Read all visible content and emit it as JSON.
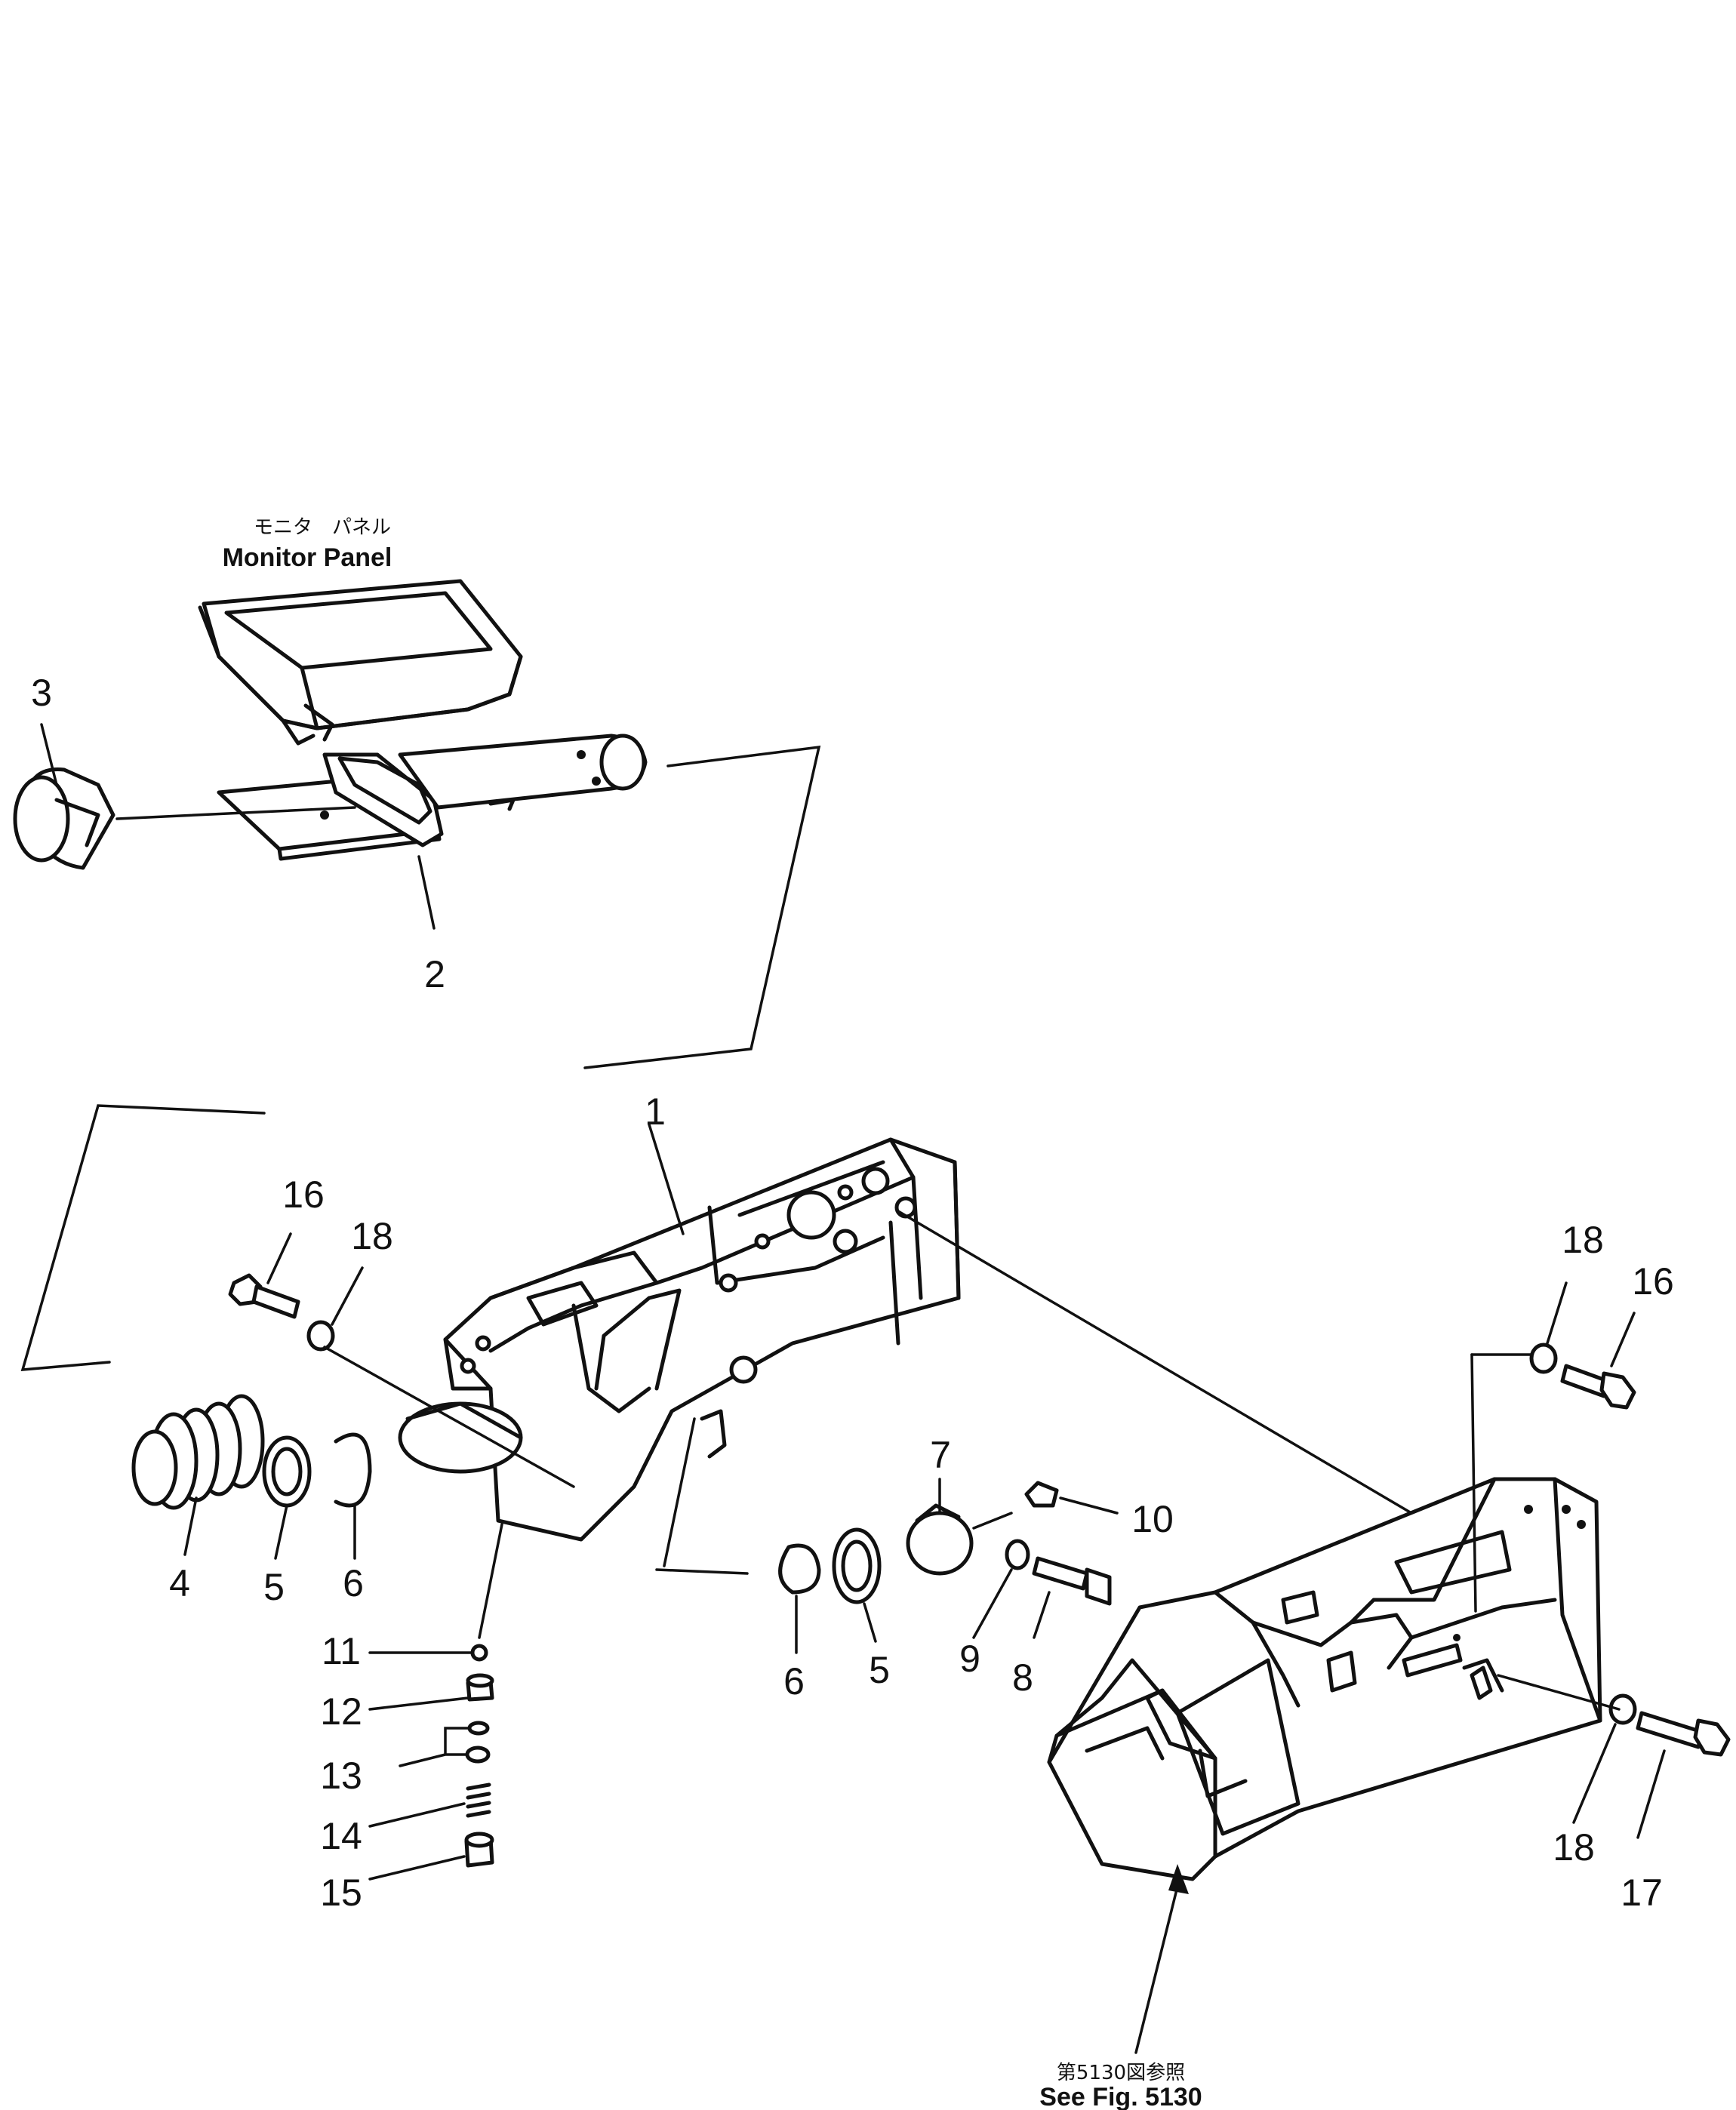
{
  "monitor_panel": {
    "label_jp": "モニタ　パネル",
    "label_en": "Monitor Panel"
  },
  "see_figure": {
    "label_jp": "第5130図参照",
    "label_en": "See Fig. 5130"
  },
  "callouts": [
    {
      "id": "c1a",
      "text": "1"
    },
    {
      "id": "c2a",
      "text": "2"
    },
    {
      "id": "c3a",
      "text": "3"
    },
    {
      "id": "c4a",
      "text": "4"
    },
    {
      "id": "c5a",
      "text": "5"
    },
    {
      "id": "c6a",
      "text": "6"
    },
    {
      "id": "c6b",
      "text": "6"
    },
    {
      "id": "c5b",
      "text": "5"
    },
    {
      "id": "c7a",
      "text": "7"
    },
    {
      "id": "c8a",
      "text": "8"
    },
    {
      "id": "c9a",
      "text": "9"
    },
    {
      "id": "c10a",
      "text": "10"
    },
    {
      "id": "c11a",
      "text": "11"
    },
    {
      "id": "c12a",
      "text": "12"
    },
    {
      "id": "c13a",
      "text": "13"
    },
    {
      "id": "c14a",
      "text": "14"
    },
    {
      "id": "c15a",
      "text": "15"
    },
    {
      "id": "c16a",
      "text": "16"
    },
    {
      "id": "c18a",
      "text": "18"
    },
    {
      "id": "c18b",
      "text": "18"
    },
    {
      "id": "c16b",
      "text": "16"
    },
    {
      "id": "c18c",
      "text": "18"
    },
    {
      "id": "c17a",
      "text": "17"
    }
  ]
}
